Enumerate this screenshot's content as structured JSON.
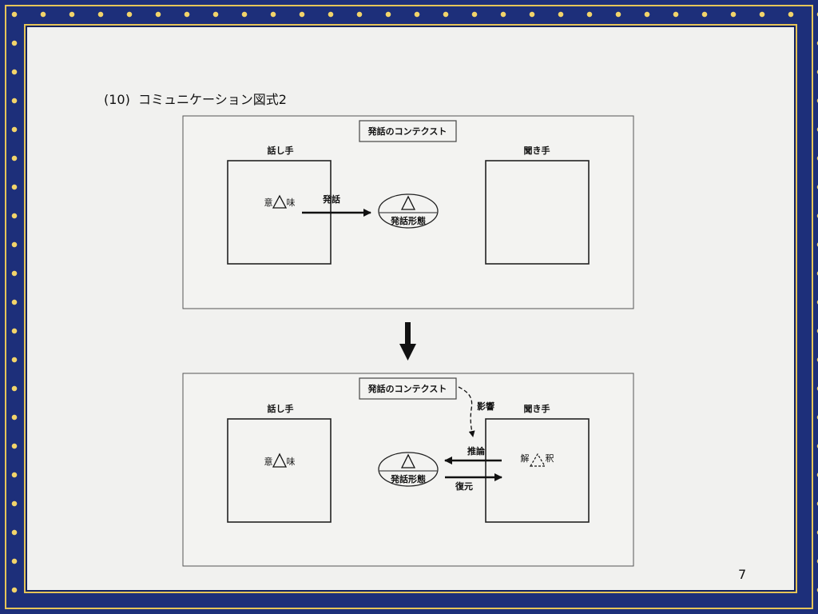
{
  "slide": {
    "title": "(10)  コミュニケーション図式2",
    "page_number": "7"
  },
  "top_panel": {
    "context_label": "発話のコンテクスト",
    "speaker_label": "話し手",
    "listener_label": "聞き手",
    "meaning_left": "意",
    "meaning_right": "味",
    "utterance_label": "発話",
    "form_label": "発話形態"
  },
  "bottom_panel": {
    "context_label": "発話のコンテクスト",
    "speaker_label": "話し手",
    "listener_label": "聞き手",
    "meaning_left": "意",
    "meaning_right": "味",
    "influence_label": "影響",
    "inference_label": "推論",
    "reconstruction_label": "復元",
    "interpretation_left": "解",
    "interpretation_right": "釈",
    "form_label": "発話形態"
  },
  "colors": {
    "border": "#1d2f7a",
    "ornament": "#e6c558",
    "slide_bg": "#f1f1ef"
  }
}
